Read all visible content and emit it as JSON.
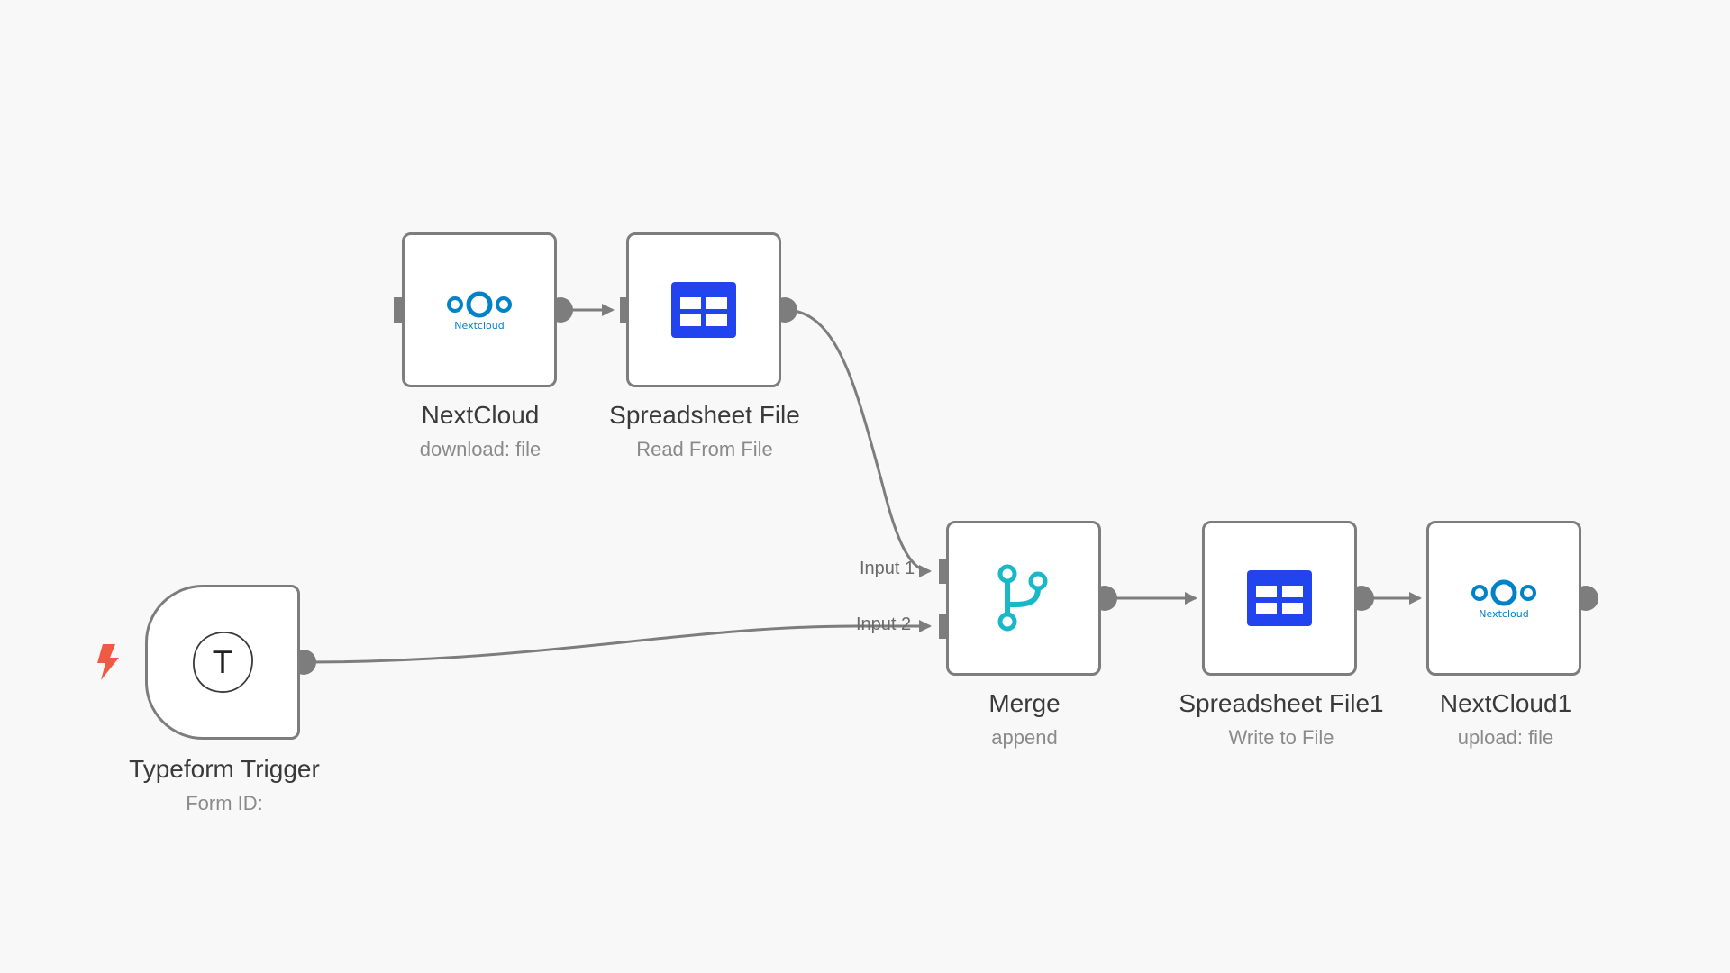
{
  "nodes": {
    "nextcloud": {
      "title": "NextCloud",
      "subtitle": "download: file",
      "icon": "nextcloud-logo-icon",
      "brand_text": "Nextcloud"
    },
    "spreadsheet_read": {
      "title": "Spreadsheet File",
      "subtitle": "Read From File",
      "icon": "spreadsheet-table-icon"
    },
    "merge": {
      "title": "Merge",
      "subtitle": "append",
      "icon": "merge-branch-icon",
      "inputs": [
        "Input 1",
        "Input 2"
      ]
    },
    "spreadsheet_write": {
      "title": "Spreadsheet File1",
      "subtitle": "Write to File",
      "icon": "spreadsheet-table-icon"
    },
    "nextcloud_upload": {
      "title": "NextCloud1",
      "subtitle": "upload: file",
      "icon": "nextcloud-logo-icon",
      "brand_text": "Nextcloud"
    },
    "typeform_trigger": {
      "title": "Typeform Trigger",
      "subtitle": "Form ID:",
      "icon": "typeform-icon",
      "icon_letter": "T",
      "trigger_icon": "lightning-bolt-icon"
    }
  },
  "colors": {
    "canvas": "#f8f8f8",
    "node_border": "#7d7d7d",
    "edge": "#7d7d7d",
    "nextcloud_blue": "#0082c9",
    "spreadsheet_blue": "#2244ee",
    "merge_teal": "#19b8c9",
    "trigger_bolt": "#ef5a44"
  }
}
